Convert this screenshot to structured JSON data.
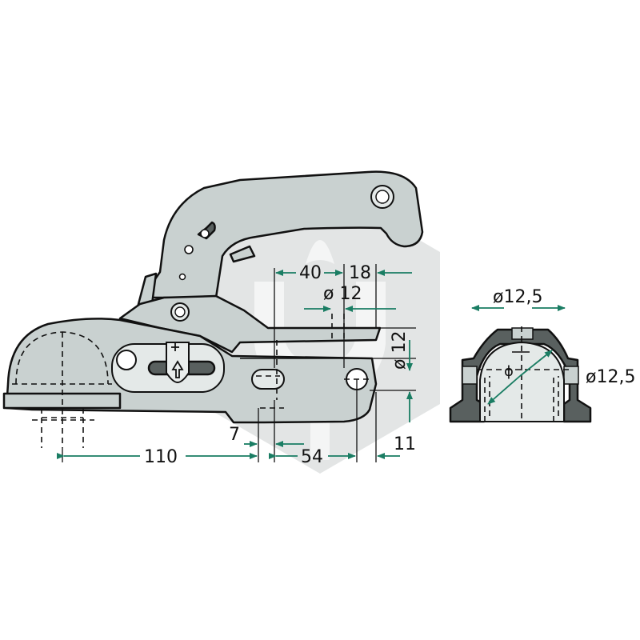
{
  "dimensions": {
    "d110": "110",
    "d54": "54",
    "d7": "7",
    "d11": "11",
    "d40": "40",
    "d18": "18",
    "dia12_horizontal": "ø 12",
    "dia12_vertical": "ø 12",
    "dia12_5_top": "ø12,5",
    "dia12_5_side": "ø12,5"
  },
  "colors": {
    "dimension_line": "#1a7d63",
    "part_fill": "#c9d1d0",
    "section_fill": "#59605f",
    "outline": "#111111"
  },
  "icons": [
    "lock-indicator-icon",
    "watermark-logo"
  ]
}
